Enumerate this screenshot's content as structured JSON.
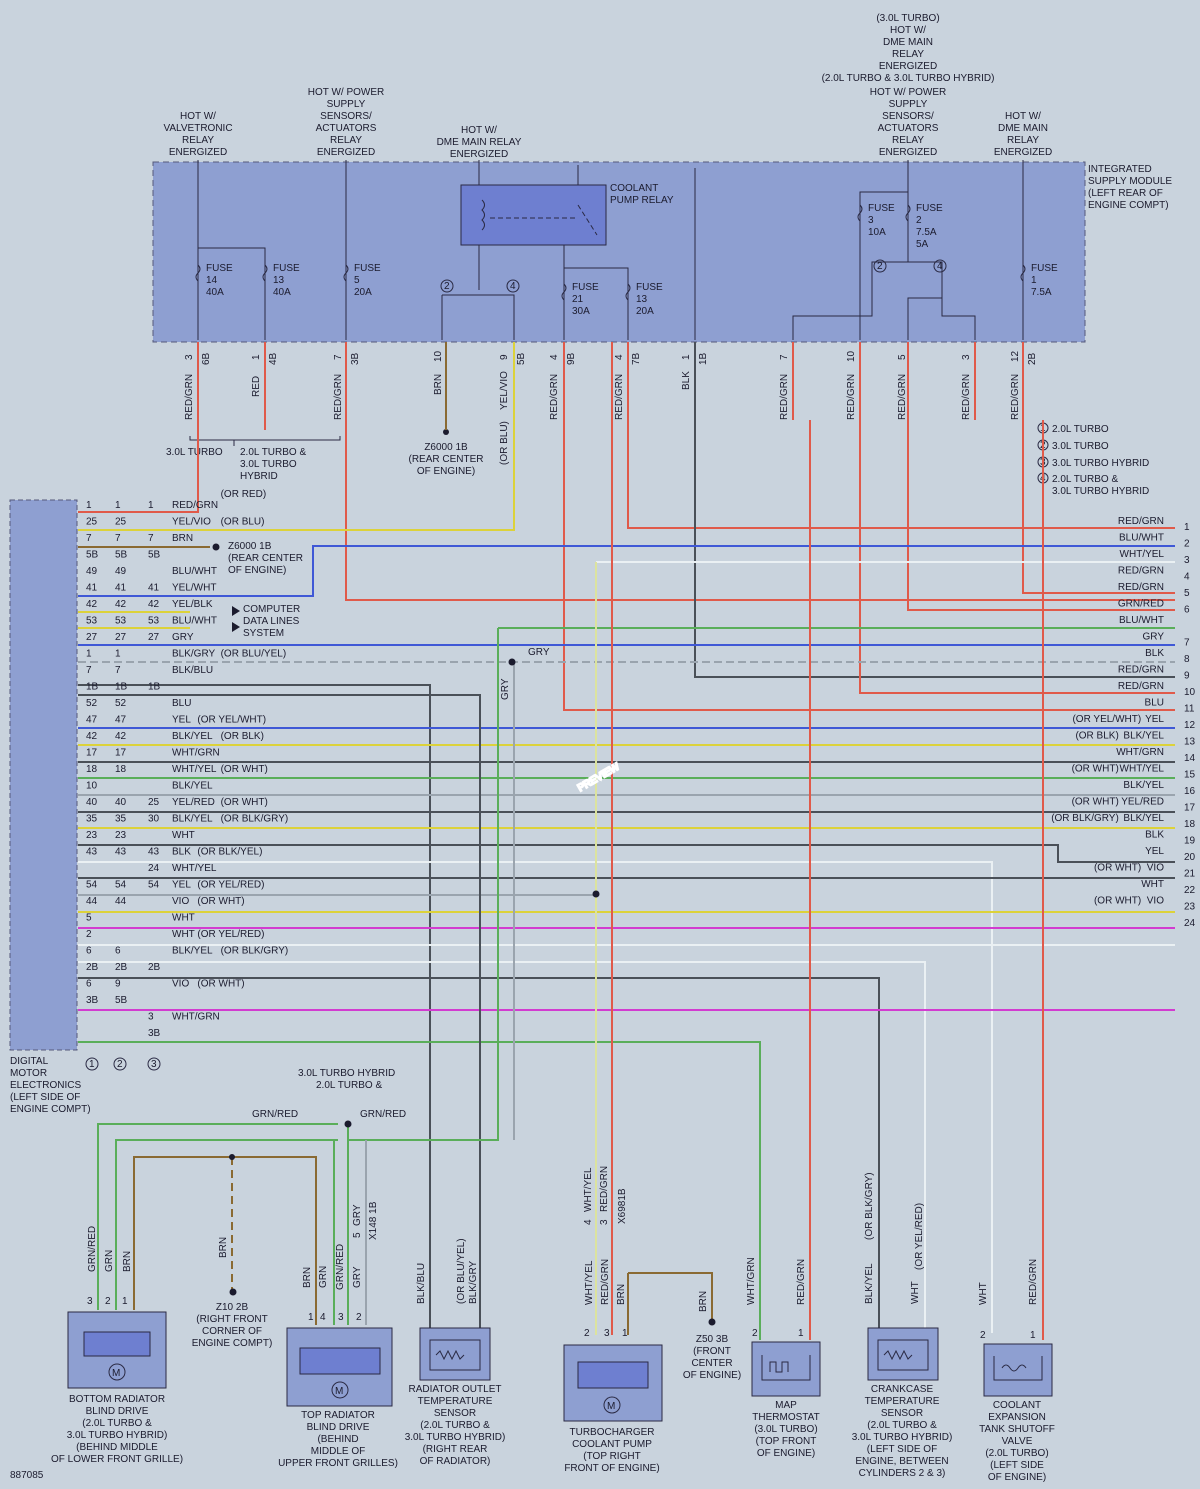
{
  "supply_module_label": [
    "INTEGRATED",
    "SUPPLY MODULE",
    "(LEFT REAR OF",
    "ENGINE COMPT)"
  ],
  "top_labels": {
    "valvetronic": [
      "HOT W/",
      "VALVETRONIC",
      "RELAY",
      "ENERGIZED"
    ],
    "power_supply": [
      "HOT W/ POWER",
      "SUPPLY",
      "SENSORS/",
      "ACTUATORS",
      "RELAY",
      "ENERGIZED"
    ],
    "dme_main": [
      "HOT W/",
      "DME MAIN RELAY",
      "ENERGIZED"
    ],
    "right_stack": [
      "(3.0L TURBO)",
      "HOT W/",
      "DME MAIN",
      "RELAY",
      "ENERGIZED",
      "(2.0L TURBO & 3.0L TURBO HYBRID)",
      "HOT W/ POWER",
      "SUPPLY",
      "SENSORS/",
      "ACTUATORS",
      "RELAY",
      "ENERGIZED"
    ],
    "dme_main_right": [
      "HOT W/",
      "DME MAIN",
      "RELAY",
      "ENERGIZED"
    ]
  },
  "relay_label": [
    "COOLANT",
    "PUMP RELAY"
  ],
  "fuses": [
    {
      "name": "FUSE",
      "num": "14",
      "rating": "40A"
    },
    {
      "name": "FUSE",
      "num": "13",
      "rating": "40A"
    },
    {
      "name": "FUSE",
      "num": "5",
      "rating": "20A"
    },
    {
      "name": "FUSE",
      "num": "21",
      "rating": "30A"
    },
    {
      "name": "FUSE",
      "num": "13",
      "rating": "20A"
    },
    {
      "name": "FUSE",
      "num": "3",
      "rating": "10A"
    },
    {
      "name": "FUSE",
      "num": "2",
      "rating": "7.5A"
    },
    {
      "name": "FUSE",
      "num": "1",
      "rating": "7.5A"
    }
  ],
  "fuse2_alt": "5A",
  "module_pins": [
    "3",
    "6B",
    "1",
    "4B",
    "7",
    "3B",
    "10",
    "9",
    "5B",
    "4",
    "9B",
    "4",
    "7B",
    "1",
    "1B",
    "7",
    "10",
    "5",
    "3",
    "12",
    "2B"
  ],
  "module_wire_colors": [
    "RED/GRN",
    "RED",
    "RED/GRN",
    "BRN",
    "YEL/VIO",
    "RED/GRN",
    "RED/GRN",
    "BLK",
    "RED/GRN",
    "RED/GRN",
    "RED/GRN",
    "RED/GRN",
    "RED/GRN"
  ],
  "variant_labels": {
    "turbo30": "3.0L TURBO",
    "turbo20_hybrid": [
      "2.0L TURBO &",
      "3.0L TURBO",
      "HYBRID"
    ],
    "or_blu": "(OR BLU)"
  },
  "ground_z6000": [
    "Z6000 1B",
    "(REAR CENTER",
    "OF ENGINE)"
  ],
  "legend": [
    "2.0L TURBO",
    "3.0L TURBO",
    "3.0L TURBO HYBRID",
    "2.0L TURBO &",
    "3.0L TURBO HYBRID"
  ],
  "legend_marks": [
    "1",
    "2",
    "3",
    "4"
  ],
  "dme_label": [
    "DIGITAL",
    "MOTOR",
    "ELECTRONICS",
    "(LEFT SIDE OF",
    "ENGINE COMPT)"
  ],
  "dme_rows": [
    {
      "p1": "1",
      "p2": "1",
      "p3": "1",
      "color": "RED/GRN",
      "note": "(OR RED)"
    },
    {
      "p1": "25",
      "p2": "25",
      "p3": "",
      "color": "YEL/VIO",
      "note": "(OR BLU)"
    },
    {
      "p1": "7",
      "p2": "7",
      "p3": "7",
      "color": "BRN",
      "note": ""
    },
    {
      "p1": "5B",
      "p2": "5B",
      "p3": "5B",
      "color": "",
      "note": ""
    },
    {
      "p1": "49",
      "p2": "49",
      "p3": "",
      "color": "BLU/WHT",
      "note": ""
    },
    {
      "p1": "41",
      "p2": "41",
      "p3": "41",
      "color": "YEL/WHT",
      "note": ""
    },
    {
      "p1": "42",
      "p2": "42",
      "p3": "42",
      "color": "YEL/BLK",
      "note": ""
    },
    {
      "p1": "53",
      "p2": "53",
      "p3": "53",
      "color": "BLU/WHT",
      "note": ""
    },
    {
      "p1": "27",
      "p2": "27",
      "p3": "27",
      "color": "GRY",
      "note": ""
    },
    {
      "p1": "1",
      "p2": "1",
      "p3": "",
      "color": "BLK/GRY",
      "note": "(OR BLU/YEL)"
    },
    {
      "p1": "7",
      "p2": "7",
      "p3": "",
      "color": "BLK/BLU",
      "note": ""
    },
    {
      "p1": "1B",
      "p2": "1B",
      "p3": "1B",
      "color": "",
      "note": ""
    },
    {
      "p1": "52",
      "p2": "52",
      "p3": "",
      "color": "BLU",
      "note": ""
    },
    {
      "p1": "47",
      "p2": "47",
      "p3": "",
      "color": "YEL",
      "note": "(OR YEL/WHT)"
    },
    {
      "p1": "42",
      "p2": "42",
      "p3": "",
      "color": "BLK/YEL",
      "note": "(OR BLK)"
    },
    {
      "p1": "17",
      "p2": "17",
      "p3": "",
      "color": "WHT/GRN",
      "note": ""
    },
    {
      "p1": "18",
      "p2": "18",
      "p3": "",
      "color": "WHT/YEL",
      "note": "(OR WHT)"
    },
    {
      "p1": "10",
      "p2": "",
      "p3": "",
      "color": "BLK/YEL",
      "note": ""
    },
    {
      "p1": "40",
      "p2": "40",
      "p3": "25",
      "color": "YEL/RED",
      "note": "(OR WHT)"
    },
    {
      "p1": "35",
      "p2": "35",
      "p3": "30",
      "color": "BLK/YEL",
      "note": "(OR BLK/GRY)"
    },
    {
      "p1": "23",
      "p2": "23",
      "p3": "",
      "color": "WHT",
      "note": ""
    },
    {
      "p1": "43",
      "p2": "43",
      "p3": "43",
      "color": "BLK",
      "note": "(OR BLK/YEL)"
    },
    {
      "p1": "",
      "p2": "",
      "p3": "24",
      "color": "WHT/YEL",
      "note": ""
    },
    {
      "p1": "54",
      "p2": "54",
      "p3": "54",
      "color": "YEL",
      "note": "(OR YEL/RED)"
    },
    {
      "p1": "44",
      "p2": "44",
      "p3": "",
      "color": "VIO",
      "note": "(OR WHT)"
    },
    {
      "p1": "5",
      "p2": "",
      "p3": "",
      "color": "WHT",
      "note": ""
    },
    {
      "p1": "2",
      "p2": "",
      "p3": "",
      "color": "WHT",
      "note": "(OR YEL/RED)"
    },
    {
      "p1": "6",
      "p2": "6",
      "p3": "",
      "color": "BLK/YEL",
      "note": "(OR BLK/GRY)"
    },
    {
      "p1": "2B",
      "p2": "2B",
      "p3": "2B",
      "color": "",
      "note": ""
    },
    {
      "p1": "6",
      "p2": "9",
      "p3": "",
      "color": "VIO",
      "note": "(OR WHT)"
    },
    {
      "p1": "3B",
      "p2": "5B",
      "p3": "",
      "color": "",
      "note": ""
    },
    {
      "p1": "",
      "p2": "",
      "p3": "3",
      "color": "WHT/GRN",
      "note": ""
    },
    {
      "p1": "",
      "p2": "",
      "p3": "3B",
      "color": "",
      "note": ""
    }
  ],
  "data_lines_label": [
    "COMPUTER",
    "DATA LINES",
    "SYSTEM"
  ],
  "right_rows": [
    {
      "num": "1",
      "color": "RED/GRN",
      "note": ""
    },
    {
      "num": "2",
      "color": "BLU/WHT",
      "note": ""
    },
    {
      "num": "3",
      "color": "WHT/YEL",
      "note": ""
    },
    {
      "num": "4",
      "color": "RED/GRN",
      "note": ""
    },
    {
      "num": "5",
      "color": "RED/GRN",
      "note": ""
    },
    {
      "num": "6",
      "color": "GRN/RED",
      "note": ""
    },
    {
      "num": "",
      "color": "BLU/WHT",
      "note": ""
    },
    {
      "num": "7",
      "color": "GRY",
      "note": ""
    },
    {
      "num": "8",
      "color": "BLK",
      "note": ""
    },
    {
      "num": "9",
      "color": "RED/GRN",
      "note": ""
    },
    {
      "num": "10",
      "color": "RED/GRN",
      "note": ""
    },
    {
      "num": "11",
      "color": "BLU",
      "note": ""
    },
    {
      "num": "12",
      "color": "YEL",
      "note": "(OR YEL/WHT)"
    },
    {
      "num": "13",
      "color": "BLK/YEL",
      "note": "(OR BLK)"
    },
    {
      "num": "14",
      "color": "WHT/GRN",
      "note": ""
    },
    {
      "num": "15",
      "color": "WHT/YEL",
      "note": "(OR WHT)"
    },
    {
      "num": "16",
      "color": "BLK/YEL",
      "note": ""
    },
    {
      "num": "17",
      "color": "YEL/RED",
      "note": "(OR WHT)"
    },
    {
      "num": "18",
      "color": "BLK/YEL",
      "note": "(OR BLK/GRY)"
    },
    {
      "num": "19",
      "color": "BLK",
      "note": ""
    },
    {
      "num": "20",
      "color": "YEL",
      "note": ""
    },
    {
      "num": "21",
      "color": "VIO",
      "note": "(OR WHT)"
    },
    {
      "num": "22",
      "color": "WHT",
      "note": ""
    },
    {
      "num": "23",
      "color": "VIO",
      "note": "(OR WHT)"
    },
    {
      "num": "24",
      "color": "",
      "note": ""
    }
  ],
  "splice_labels": {
    "gry": "GRY",
    "variant": [
      "3.0L TURBO HYBRID",
      "2.0L TURBO &"
    ],
    "grn_red_left": "GRN/RED",
    "grn_red_right": "GRN/RED"
  },
  "components": {
    "bottom_blind": [
      "BOTTOM RADIATOR",
      "BLIND DRIVE",
      "(2.0L TURBO &",
      "3.0L TURBO HYBRID)",
      "(BEHIND MIDDLE",
      "OF LOWER FRONT GRILLE)"
    ],
    "z10": [
      "Z10 2B",
      "(RIGHT FRONT",
      "CORNER OF",
      "ENGINE COMPT)"
    ],
    "top_blind": [
      "TOP RADIATOR",
      "BLIND DRIVE",
      "(BEHIND",
      "MIDDLE OF",
      "UPPER FRONT GRILLES)"
    ],
    "rad_outlet": [
      "RADIATOR OUTLET",
      "TEMPERATURE",
      "SENSOR",
      "(2.0L TURBO &",
      "3.0L TURBO HYBRID)",
      "(RIGHT REAR",
      "OF RADIATOR)"
    ],
    "turbo_pump": [
      "TURBOCHARGER",
      "COOLANT PUMP",
      "(TOP RIGHT",
      "FRONT OF ENGINE)"
    ],
    "z50": [
      "Z50 3B",
      "(FRONT",
      "CENTER",
      "OF ENGINE)"
    ],
    "map_thermo": [
      "MAP",
      "THERMOSTAT",
      "(3.0L TURBO)",
      "(TOP FRONT",
      "OF ENGINE)"
    ],
    "crankcase": [
      "CRANKCASE",
      "TEMPERATURE",
      "SENSOR",
      "(2.0L TURBO &",
      "3.0L TURBO HYBRID)",
      "(LEFT SIDE OF",
      "ENGINE, BETWEEN",
      "CYLINDERS 2 & 3)"
    ],
    "coolant_valve": [
      "COOLANT",
      "EXPANSION",
      "TANK SHUTOFF",
      "VALVE",
      "(2.0L TURBO)",
      "(LEFT SIDE",
      "OF ENGINE)"
    ]
  },
  "component_wires": {
    "bottom_blind": [
      "GRN/RED",
      "GRN",
      "BRN"
    ],
    "bottom_blind_pins": [
      "3",
      "2",
      "1"
    ],
    "top_blind": [
      "BRN",
      "GRN",
      "GRN/RED",
      "GRY"
    ],
    "top_blind_pins": [
      "1",
      "4",
      "3",
      "2"
    ],
    "top_blind_conn": [
      "5",
      "GRY",
      "X148 1B"
    ],
    "rad_outlet": [
      "BLK/BLU",
      "(OR BLU/YEL)",
      "BLK/GRY"
    ],
    "turbo_pump": [
      "WHT/YEL",
      "RED/GRN",
      "BRN"
    ],
    "turbo_pump_pins": [
      "2",
      "3",
      "1"
    ],
    "turbo_conn": [
      "4",
      "WHT/YEL",
      "3",
      "RED/GRN",
      "X6981B"
    ],
    "map_thermo": [
      "WHT/GRN",
      "RED/GRN"
    ],
    "map_pins": [
      "2",
      "1"
    ],
    "crankcase": [
      "BLK/YEL",
      "(OR BLK/GRY)",
      "WHT",
      "(OR YEL/RED)"
    ],
    "coolant_valve": [
      "WHT",
      "RED/GRN"
    ],
    "valve_pins": [
      "2",
      "1"
    ],
    "z10_wire": "BRN",
    "z50_wire": "BRN"
  },
  "watermark": "PREVIEW",
  "diagram_id": "887085",
  "colors": {
    "module_fill": "#8e9fd1",
    "dme_fill": "#8e9fd1",
    "relay_fill": "#6e7fd0",
    "red": "#e05a4a",
    "blue": "#3f58d6",
    "violet": "#d23cd0",
    "yellow": "#dcd23a",
    "grn": "#5aae5a",
    "brn": "#8a6a32",
    "blk": "#4a5058",
    "gry": "#9aa4ae",
    "wht": "#eaf0f3"
  }
}
